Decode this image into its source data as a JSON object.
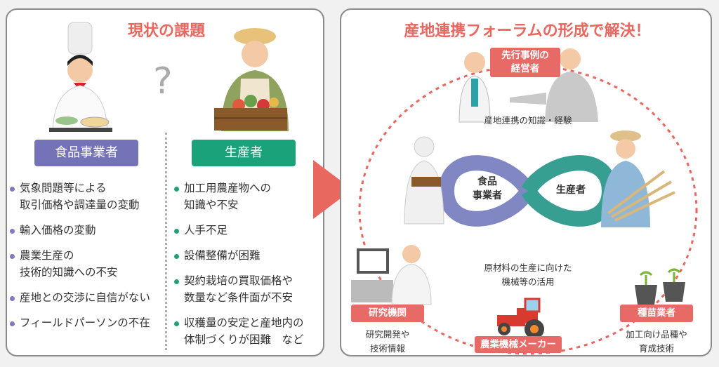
{
  "left_panel": {
    "title": "現状の課題",
    "question_mark": "?",
    "food_business": {
      "label": "食品事業者",
      "items": [
        [
          "気象問題等による",
          "取引価格や調達量の変動"
        ],
        [
          "輸入価格の変動"
        ],
        [
          "農業生産の",
          "技術的知識への不安"
        ],
        [
          "産地との交渉に自信がない"
        ],
        [
          "フィールドパーソンの不在"
        ]
      ]
    },
    "producer": {
      "label": "生産者",
      "items": [
        [
          "加工用農産物への",
          "知識や不安"
        ],
        [
          "人手不足"
        ],
        [
          "設備整備が困難"
        ],
        [
          "契約栽培の買取価格や",
          "数量など条件面が不安"
        ],
        [
          "収穫量の安定と産地内の",
          "体制づくりが困難　など"
        ]
      ]
    }
  },
  "right_panel": {
    "title": "産地連携フォーラムの形成で解決！",
    "center": {
      "left": [
        "食品",
        "事業者"
      ],
      "right": "生産者"
    },
    "nodes": {
      "managers": {
        "label": [
          "先行事例の",
          "経営者"
        ],
        "caption": "産地連携の知識・経験"
      },
      "research": {
        "label": "研究機関",
        "caption": [
          "研究開発や",
          "技術情報"
        ]
      },
      "machinery": {
        "label": "農業機械メーカー",
        "caption": [
          "原材料の生産に向けた",
          "機械等の活用"
        ]
      },
      "seed": {
        "label": "種苗業者",
        "caption": [
          "加工向け品種や",
          "育成技術"
        ]
      }
    }
  },
  "colors": {
    "accent": "#e8675f",
    "purple": "#7473b8",
    "green": "#1aa37a"
  }
}
